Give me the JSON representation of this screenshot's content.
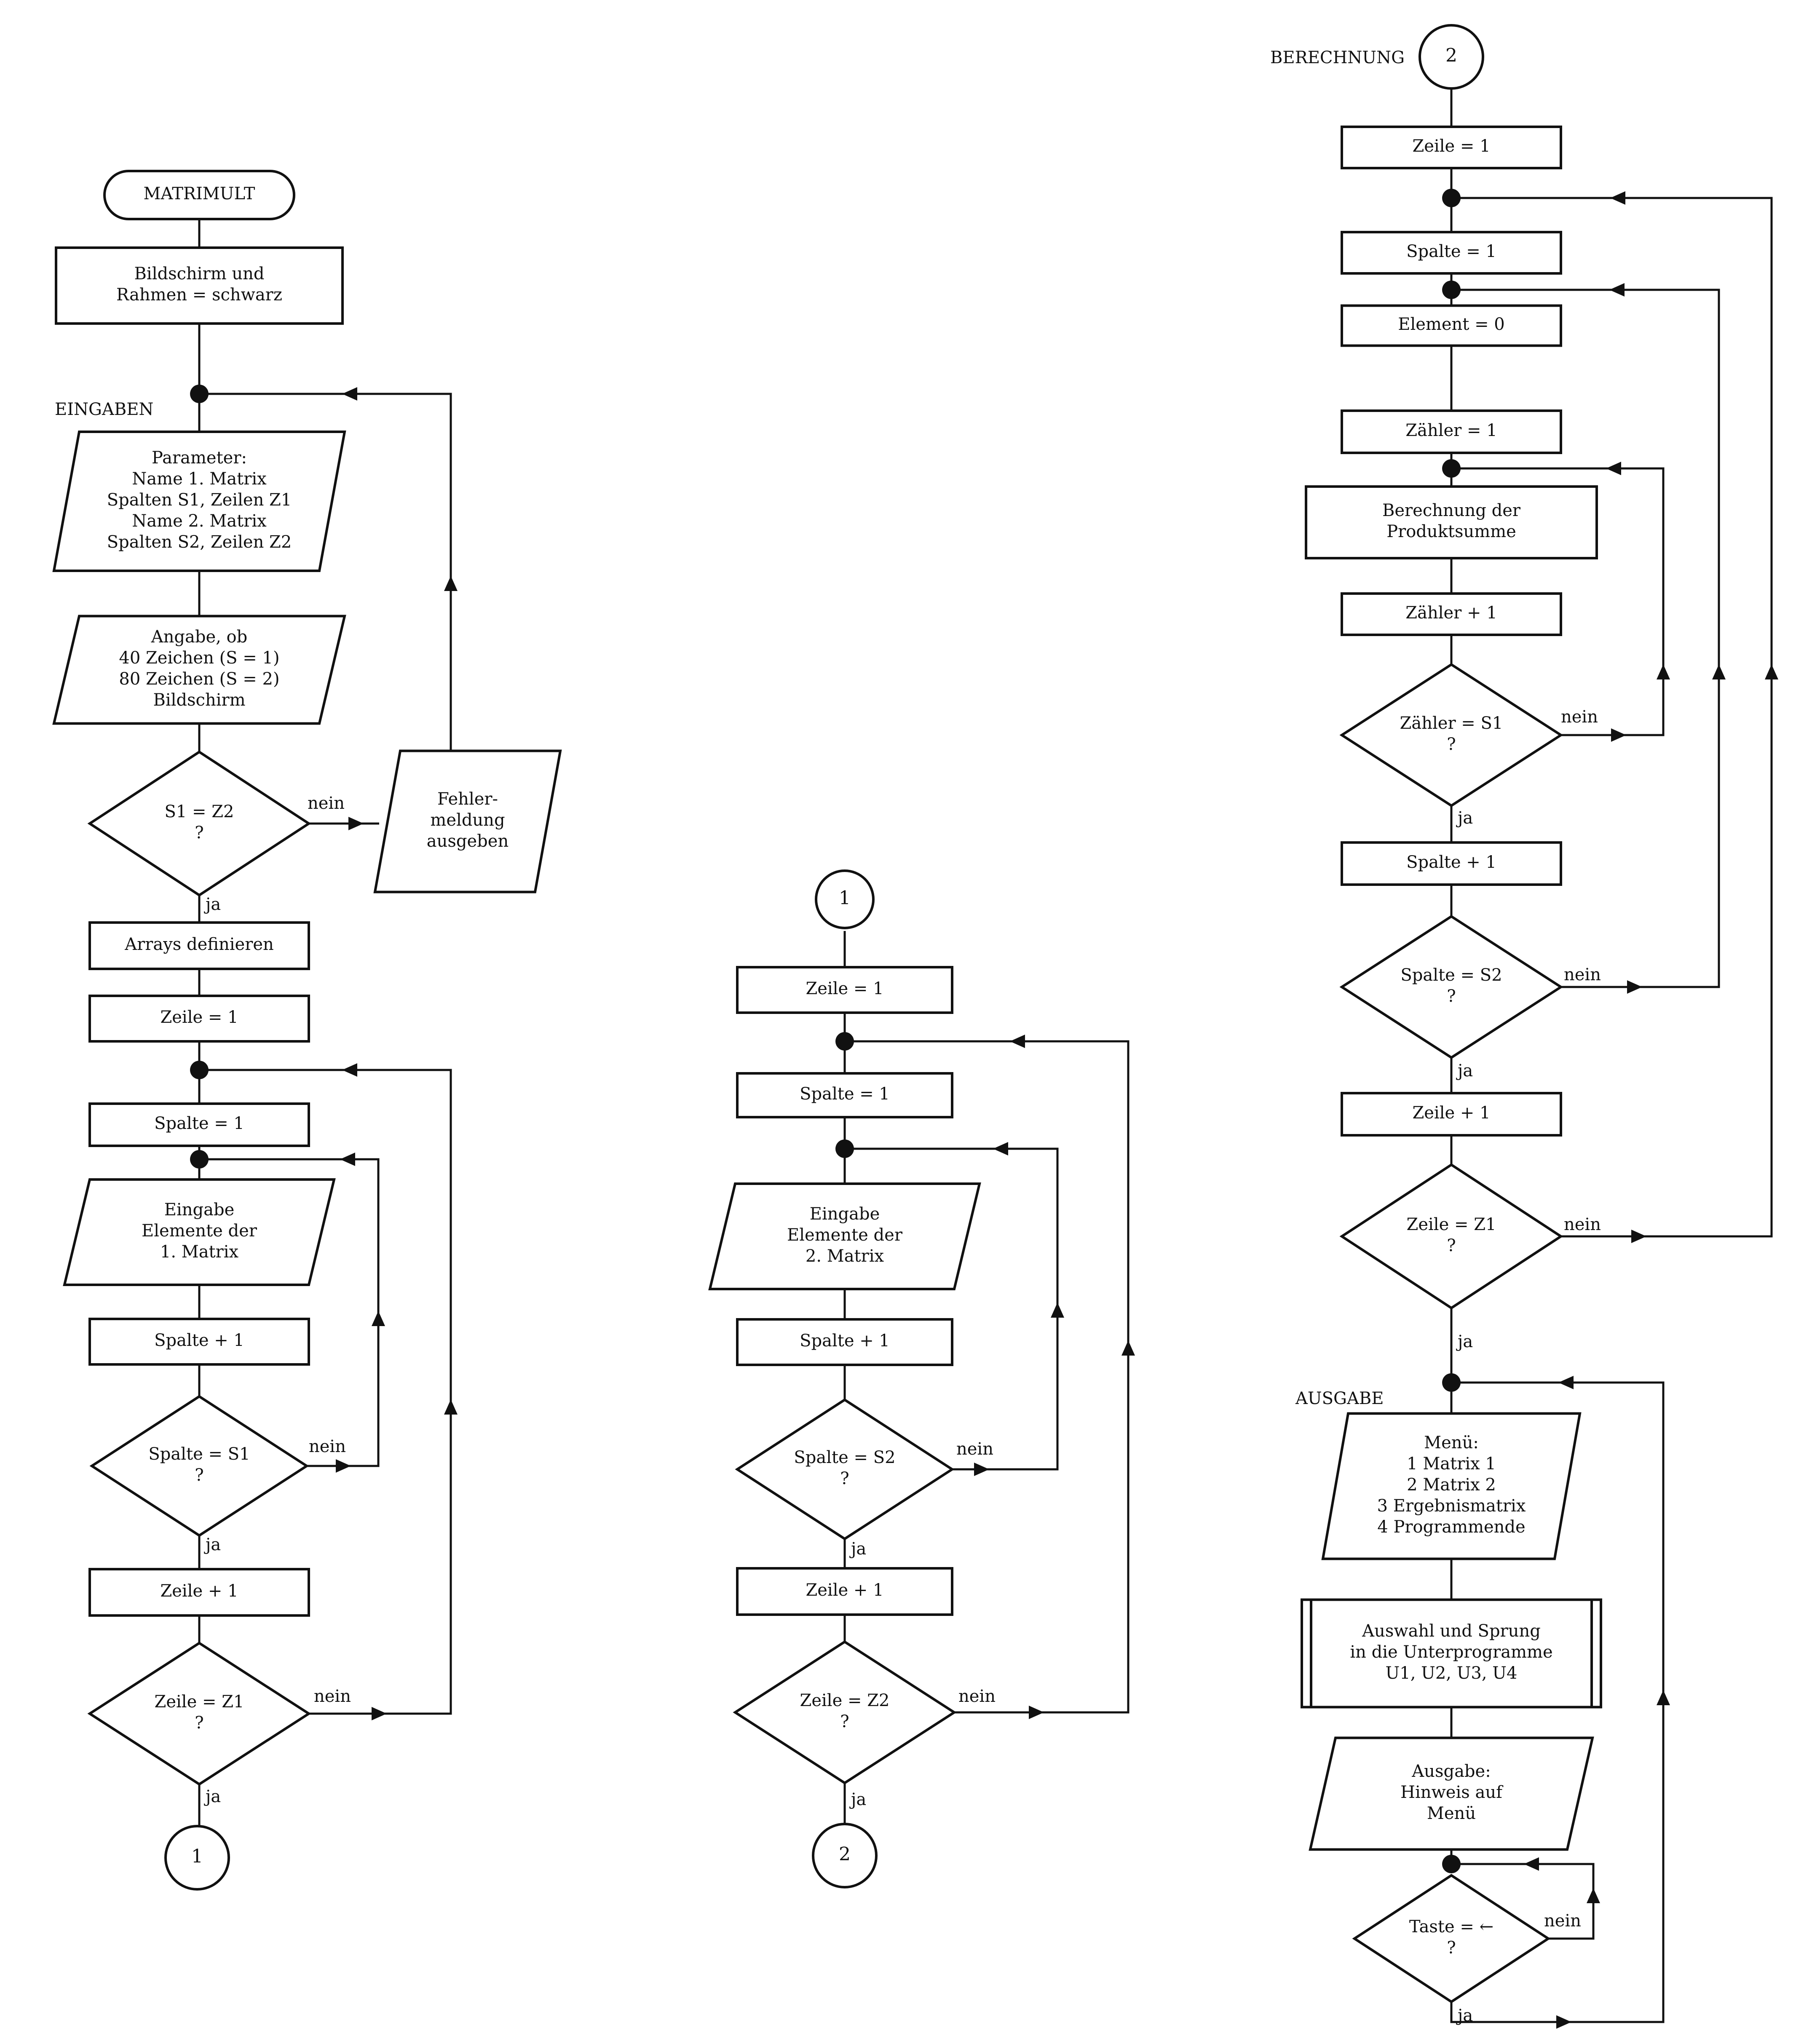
{
  "colors": {
    "ink": "#111111",
    "paper": "#ffffff"
  },
  "left": {
    "start": "MATRIMULT",
    "init": [
      "Bildschirm und",
      "Rahmen = schwarz"
    ],
    "section": "EINGABEN",
    "params": [
      "Parameter:",
      "Name 1. Matrix",
      "Spalten S1, Zeilen Z1",
      "Name 2. Matrix",
      "Spalten S2, Zeilen Z2"
    ],
    "screen": [
      "Angabe, ob",
      "40 Zeichen (S = 1)",
      "80 Zeichen (S = 2)",
      "Bildschirm"
    ],
    "check": [
      "S1 = Z2",
      "?"
    ],
    "error": [
      "Fehler-",
      "meldung",
      "ausgeben"
    ],
    "arrays": "Arrays definieren",
    "row_init": "Zeile = 1",
    "col_init": "Spalte = 1",
    "input": [
      "Eingabe",
      "Elemente der",
      "1. Matrix"
    ],
    "col_inc": "Spalte + 1",
    "col_test": [
      "Spalte = S1",
      "?"
    ],
    "row_inc": "Zeile + 1",
    "row_test": [
      "Zeile = Z1",
      "?"
    ],
    "connector": "1"
  },
  "middle": {
    "connector_in": "1",
    "row_init": "Zeile = 1",
    "col_init": "Spalte = 1",
    "input": [
      "Eingabe",
      "Elemente der",
      "2. Matrix"
    ],
    "col_inc": "Spalte + 1",
    "col_test": [
      "Spalte = S2",
      "?"
    ],
    "row_inc": "Zeile + 1",
    "row_test": [
      "Zeile = Z2",
      "?"
    ],
    "connector": "2"
  },
  "right": {
    "section": "BERECHNUNG",
    "connector_in": "2",
    "row_init": "Zeile = 1",
    "col_init": "Spalte = 1",
    "elem_init": "Element = 0",
    "cnt_init": "Zähler = 1",
    "calc": [
      "Berechnung der",
      "Produktsumme"
    ],
    "cnt_inc": "Zähler + 1",
    "cnt_test": [
      "Zähler = S1",
      "?"
    ],
    "col_inc": "Spalte + 1",
    "col_test": [
      "Spalte = S2",
      "?"
    ],
    "row_inc": "Zeile + 1",
    "row_test": [
      "Zeile = Z1",
      "?"
    ],
    "output_section": "AUSGABE",
    "menu": [
      "Menü:",
      "1 Matrix 1",
      "2 Matrix 2",
      "3 Ergebnismatrix",
      "4 Programmende"
    ],
    "select": [
      "Auswahl und Sprung",
      "in die Unterprogramme",
      "U1, U2, U3, U4"
    ],
    "hint": [
      "Ausgabe:",
      "Hinweis auf",
      "Menü"
    ],
    "key_test": [
      "Taste = ←",
      "?"
    ]
  },
  "labels": {
    "yes": "ja",
    "no": "nein"
  }
}
